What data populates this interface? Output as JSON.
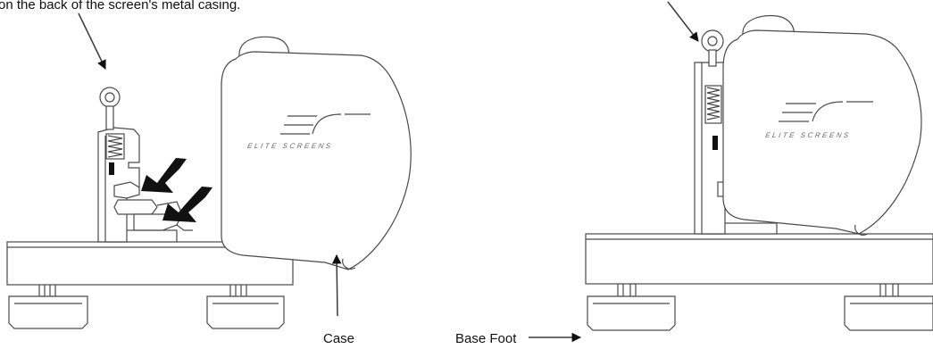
{
  "labels": {
    "top_caption": "on the back of the screen's metal casing.",
    "case_label": "Case",
    "base_foot_label": "Base Foot"
  },
  "logo": {
    "text": "ELITE SCREENS"
  },
  "colors": {
    "line": "#4a4a4a",
    "arrow": "#111111",
    "background": "#ffffff"
  }
}
